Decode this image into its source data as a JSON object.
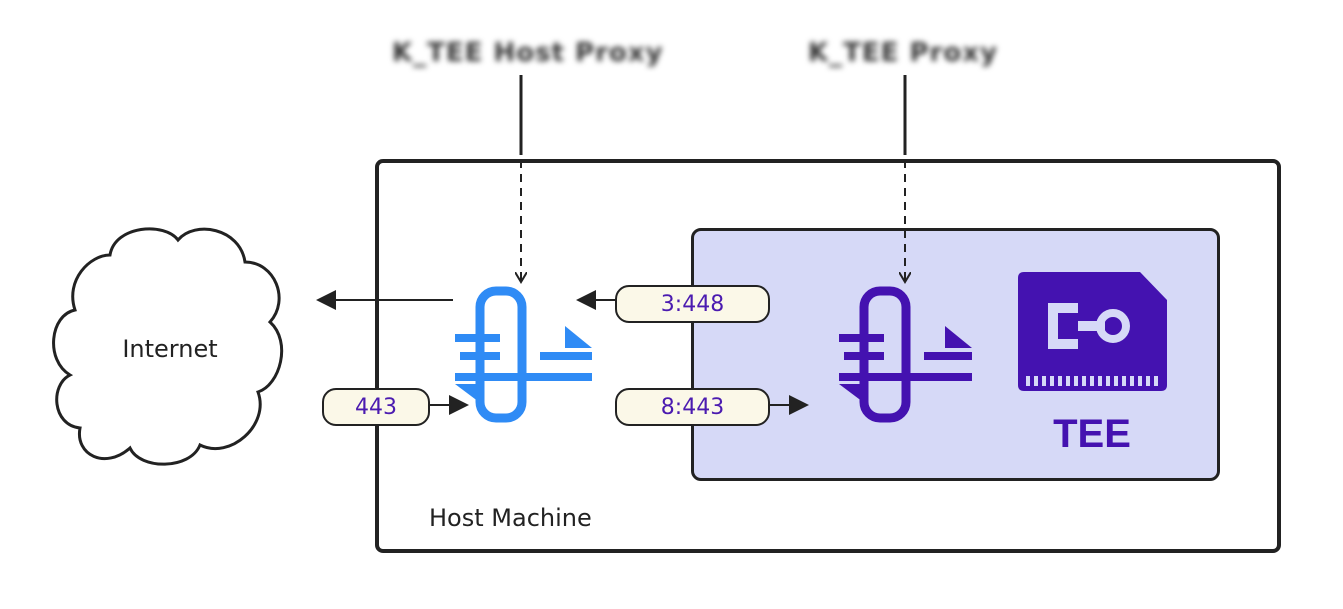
{
  "top_labels": {
    "left": "K_TEE Host Proxy",
    "right": "K_TEE Proxy"
  },
  "internet_label": "Internet",
  "host_label": "Host Machine",
  "ports": {
    "internet_in": "443",
    "tee_out": "3:448",
    "tee_in": "8:443"
  },
  "tee_label": "TEE",
  "colors": {
    "host_proxy": "#2f8bf5",
    "tee_proxy": "#4412b0",
    "tee_bg": "#d6d9f7",
    "pill_bg": "#fbf8e8"
  },
  "icons": {
    "host_proxy": "proxy-icon",
    "tee_proxy": "proxy-icon",
    "tee_chip": "tee-chip-icon"
  }
}
